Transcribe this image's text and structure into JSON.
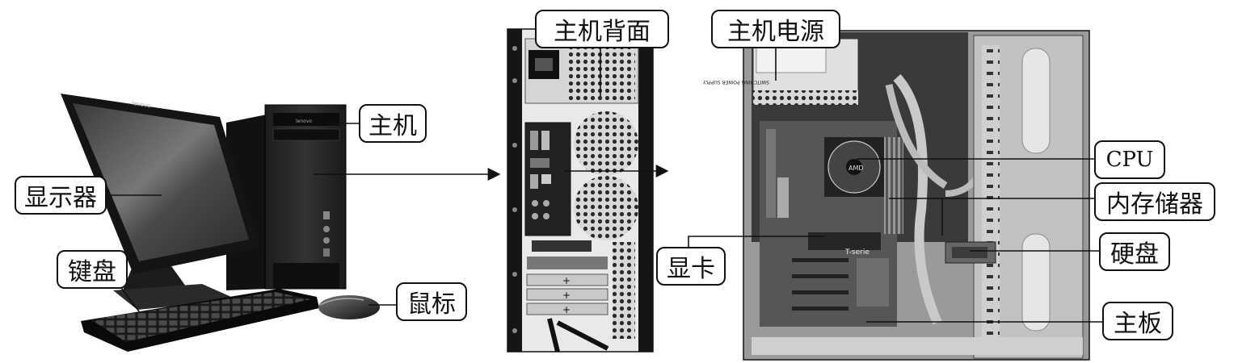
{
  "callouts": {
    "host_back": "主机背面",
    "power_supply": "主机电源",
    "host": "主机",
    "monitor": "显示器",
    "keyboard": "键盘",
    "mouse": "鼠标",
    "cpu": "CPU",
    "memory": "内存储器",
    "gpu": "显卡",
    "hard_disk": "硬盘",
    "motherboard": "主板"
  },
  "brand_text": {
    "monitor_brand": "lenovo",
    "case_brand": "lenovo",
    "cooler_brand": "AMD",
    "board_brand": "T-serie",
    "psu_label": "SWITCHING POWER SUPPLY"
  }
}
